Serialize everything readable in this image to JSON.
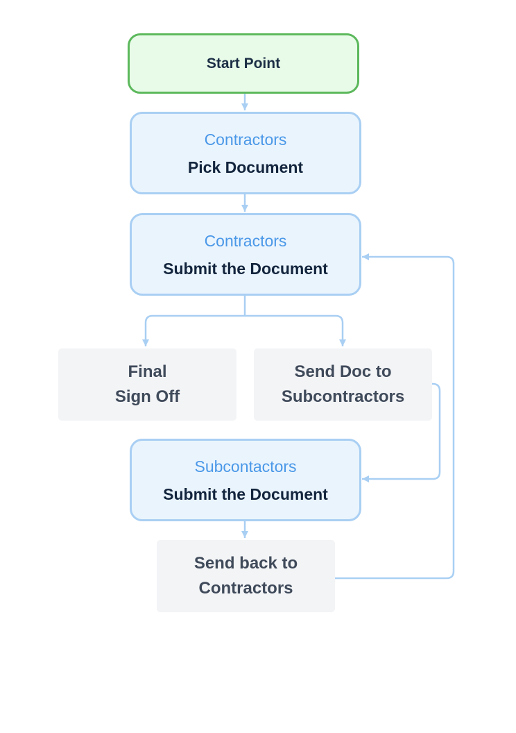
{
  "flowchart": {
    "start": {
      "label": "Start Point"
    },
    "pick_document": {
      "role": "Contractors",
      "action": "Pick Document"
    },
    "contractor_submit": {
      "role": "Contractors",
      "action": "Submit the Document"
    },
    "final_sign_off": {
      "label": "Final\nSign Off"
    },
    "send_to_subcontractors": {
      "label": "Send Doc to\nSubcontractors"
    },
    "subcontractor_submit": {
      "role": "Subcontactors",
      "action": "Submit the Document"
    },
    "send_back": {
      "label": "Send back to\nContractors"
    }
  },
  "colors": {
    "connector": "#a9cff3",
    "start_fill": "#e8fbe8",
    "start_border": "#5cb85c",
    "actor_fill": "#eaf4fd",
    "actor_border": "#a9cff3",
    "role_text": "#4a98e8",
    "action_text": "#13253d",
    "step_fill": "#f3f4f6",
    "step_text": "#3f4a5a"
  }
}
